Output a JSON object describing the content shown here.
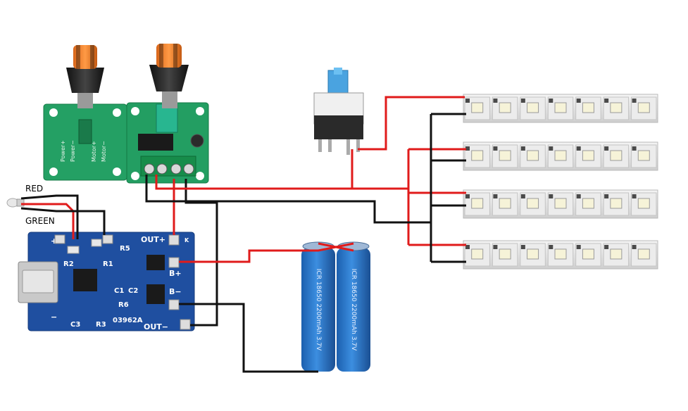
{
  "labels": {
    "red_wire_label": "RED",
    "green_wire_label": "GREEN"
  },
  "charger_board": {
    "pin_plus": "+",
    "pin_minus": "−",
    "out_plus": "OUT+",
    "b_plus": "B+",
    "b_minus": "B−",
    "out_minus": "OUT−",
    "r2": "R2",
    "r1": "R1",
    "r5": "R5",
    "c1": "C1",
    "c2": "C2",
    "r6": "R6",
    "c3": "C3",
    "r3": "R3",
    "model": "03962A",
    "corner": "K"
  },
  "pwm_board": {
    "silk_1": "Power+",
    "silk_2": "Power−",
    "silk_3": "Motor+",
    "silk_4": "Motor−"
  },
  "batteries": [
    {
      "label": "ICR 18650 2200mAh 3.7V"
    },
    {
      "label": "ICR 18650 2200mAh 3.7V"
    }
  ],
  "led_strips": [
    {
      "leds": 7
    },
    {
      "leds": 7
    },
    {
      "leds": 7
    },
    {
      "leds": 7
    }
  ],
  "colors": {
    "red_wire": "#e01b1b",
    "black_wire": "#111111",
    "pcb_blue": "#1f4fa0",
    "pcb_green": "#1f9a5c",
    "battery_blue": "#2a73c8"
  }
}
